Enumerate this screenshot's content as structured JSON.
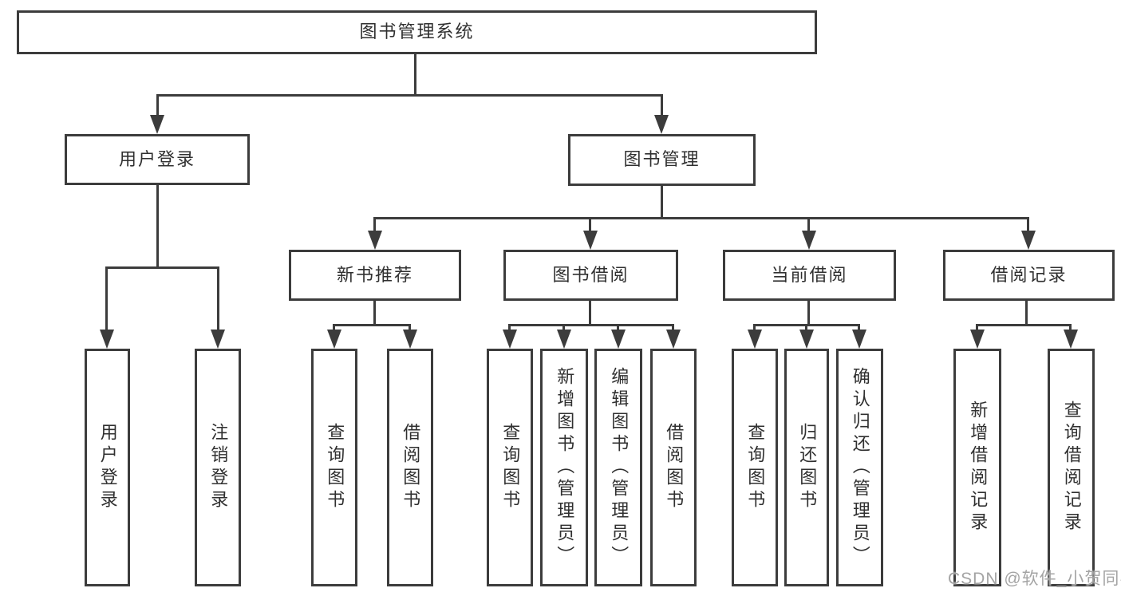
{
  "diagram": {
    "root": {
      "label": "图书管理系统"
    },
    "level2": {
      "user_login": {
        "label": "用户登录"
      },
      "book_management": {
        "label": "图书管理"
      }
    },
    "level3": {
      "new_book_recommend": {
        "label": "新书推荐"
      },
      "book_borrow": {
        "label": "图书借阅"
      },
      "current_borrow": {
        "label": "当前借阅"
      },
      "borrow_record": {
        "label": "借阅记录"
      }
    },
    "leaves": {
      "user_login_action": {
        "label": "用户登录"
      },
      "logout_action": {
        "label": "注销登录"
      },
      "recommend_query_books": {
        "label": "查询图书"
      },
      "recommend_borrow_books": {
        "label": "借阅图书"
      },
      "borrow_query_books": {
        "label": "查询图书"
      },
      "borrow_add_books_admin": {
        "label": "新增图书（管理员）"
      },
      "borrow_edit_books_admin": {
        "label": "编辑图书（管理员）"
      },
      "borrow_borrow_books": {
        "label": "借阅图书"
      },
      "current_query_books": {
        "label": "查询图书"
      },
      "current_return_books": {
        "label": "归还图书"
      },
      "current_confirm_return_admin": {
        "label": "确认归还（管理员）"
      },
      "record_add_borrow_record": {
        "label": "新增借阅记录"
      },
      "record_query_borrow_record": {
        "label": "查询借阅记录"
      }
    },
    "watermark": "CSDN @软件_小贺同学",
    "colors": {
      "line": "#3c3c3c",
      "text": "#303030",
      "background": "#ffffff",
      "watermark": "#a4a4a4"
    }
  }
}
